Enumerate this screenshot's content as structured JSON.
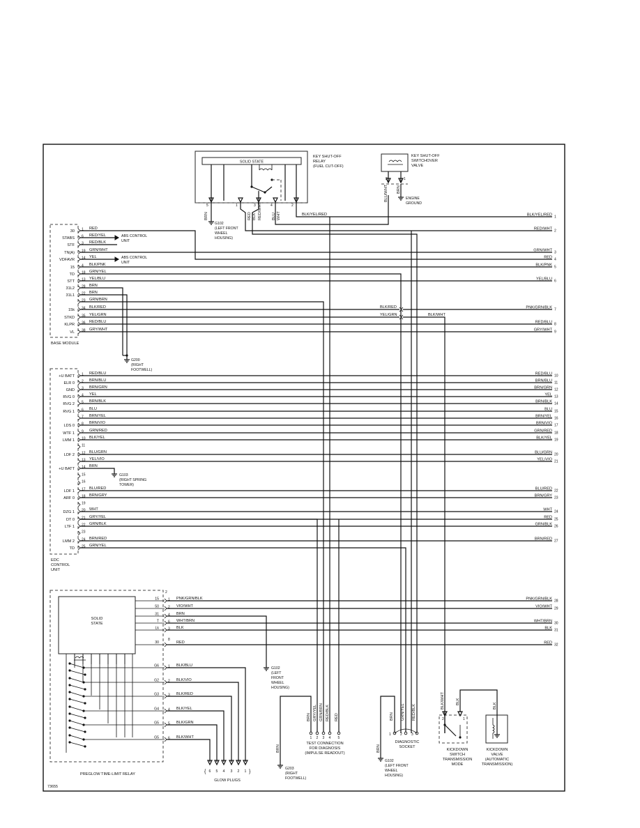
{
  "diagram_id": "73655",
  "relay": {
    "solid_state": "SOLID STATE",
    "label": [
      "KEY SHUT-OFF",
      "RELAY",
      "(FUEL CUT-OFF)"
    ],
    "pins": [
      "5",
      "1",
      "3",
      "4",
      "2"
    ],
    "wires": [
      "BRN",
      "RED",
      "BLK",
      "RED",
      "WHT",
      "BLU",
      "WHT"
    ]
  },
  "valve": {
    "label": [
      "KEY SHUT-OFF",
      "SWITCHOVER",
      "VALVE"
    ],
    "pins": [
      "2",
      "1"
    ],
    "wires": [
      "BLU/WHT",
      "BRN"
    ],
    "ground": [
      "ENGINE",
      "GROUND"
    ]
  },
  "ground_top": [
    "G102",
    "(LEFT FRONT",
    "WHEEL",
    "HOUSING)"
  ],
  "base_module": {
    "name": "BASE MODULE",
    "rows": [
      {
        "label": "30",
        "pin": "1",
        "wire": "RED"
      },
      {
        "label": "STABS",
        "pin": "6",
        "wire": "RED/YEL"
      },
      {
        "label": "STF",
        "pin": "3",
        "wire": "RED/BLK"
      },
      {
        "label": "TN(A)",
        "pin": "19",
        "wire": "GRN/WHT"
      },
      {
        "label": "VDFAVR",
        "pin": "14",
        "wire": "YEL"
      },
      {
        "label": "15",
        "pin": "4",
        "wire": "BLK/PNK"
      },
      {
        "label": "TD",
        "pin": "18",
        "wire": "GRN/YEL"
      },
      {
        "label": "STT",
        "pin": "13",
        "wire": "YEL/BLU"
      },
      {
        "label": "31L2",
        "pin": "28",
        "wire": "BRN"
      },
      {
        "label": "31L1",
        "pin": "22",
        "wire": "BRN"
      },
      {
        "label": "",
        "pin": "23",
        "wire": "GRN/BRN"
      },
      {
        "label": "15k",
        "pin": "34",
        "wire": "BLK/RED"
      },
      {
        "label": "STKD",
        "pin": "35",
        "wire": "YEL/GRN"
      },
      {
        "label": "KLPR",
        "pin": "36",
        "wire": "RED/BLU"
      },
      {
        "label": "VL",
        "pin": "38",
        "wire": "GRY/WHT"
      }
    ],
    "abs": [
      "ABS CONTROL",
      "UNIT"
    ],
    "ground": [
      "G200",
      "(RIGHT",
      "FOOTWELL)"
    ]
  },
  "edc": {
    "name": [
      "EDC",
      "CONTROL",
      "UNIT"
    ],
    "rows": [
      {
        "label": "+U BATT",
        "pin": "1",
        "wire": "RED/BLU"
      },
      {
        "label": "ELR 0",
        "pin": "2",
        "wire": "BRN/BLU"
      },
      {
        "label": "GND",
        "pin": "3",
        "wire": "BRN/GRN"
      },
      {
        "label": "RVG 0",
        "pin": "4",
        "wire": "YEL"
      },
      {
        "label": "RVG 2",
        "pin": "5",
        "wire": "BRN/BLK"
      },
      {
        "label": "RVG 1",
        "pin": "6",
        "wire": "BLU"
      },
      {
        "label": "",
        "pin": "7",
        "wire": "BRN/YEL"
      },
      {
        "label": "LDS 0",
        "pin": "8",
        "wire": "BRN/VIO"
      },
      {
        "label": "WTF 1",
        "pin": "9",
        "wire": "GRN/RED"
      },
      {
        "label": "LMM 1",
        "pin": "10",
        "wire": "BLK/YEL"
      },
      {
        "label": "",
        "pin": "11",
        "wire": ""
      },
      {
        "label": "LDF 2",
        "pin": "12",
        "wire": "BLU/GRN"
      },
      {
        "label": "",
        "pin": "13",
        "wire": "YEL/VIO"
      },
      {
        "label": "+U BATT",
        "pin": "14",
        "wire": "BRN"
      },
      {
        "label": "",
        "pin": "15",
        "wire": ""
      },
      {
        "label": "",
        "pin": "16",
        "wire": ""
      },
      {
        "label": "LDF 1",
        "pin": "17",
        "wire": "BLU/RED"
      },
      {
        "label": "ARF 0",
        "pin": "18",
        "wire": "BRN/GRY"
      },
      {
        "label": "",
        "pin": "19",
        "wire": ""
      },
      {
        "label": "DZG 1",
        "pin": "20",
        "wire": "WHT"
      },
      {
        "label": "DT 0",
        "pin": "21",
        "wire": "GRY/YEL"
      },
      {
        "label": "LTF 1",
        "pin": "22",
        "wire": "GRN/BLK"
      },
      {
        "label": "",
        "pin": "23",
        "wire": ""
      },
      {
        "label": "LMM 2",
        "pin": "24",
        "wire": "BRN/RED"
      },
      {
        "label": "TD",
        "pin": "25",
        "wire": "GRN/YEL"
      }
    ],
    "ground": [
      "G103",
      "(RIGHT SPRING",
      "TOWER)"
    ]
  },
  "right_wires": [
    {
      "wire": "BLK/YEL/RED",
      "num": "1"
    },
    {
      "wire": "RED/WHT",
      "num": "2"
    },
    {
      "wire": "GRN/WHT",
      "num": "3"
    },
    {
      "wire": "RED",
      "num": "4"
    },
    {
      "wire": "BLK/PNK",
      "num": "5"
    },
    {
      "wire": "YEL/BLU",
      "num": "6"
    },
    {
      "wire": "PNK/GRN/BLK",
      "num": "7"
    },
    {
      "wire": "RED/BLU",
      "num": "8"
    },
    {
      "wire": "GRY/WHT",
      "num": "9"
    },
    {
      "wire": "RED/BLU",
      "num": "10"
    },
    {
      "wire": "BRN/BLU",
      "num": "11"
    },
    {
      "wire": "BRN/GRN",
      "num": "12"
    },
    {
      "wire": "YEL",
      "num": "13"
    },
    {
      "wire": "BRN/BLK",
      "num": "14"
    },
    {
      "wire": "BLU",
      "num": "15"
    },
    {
      "wire": "BRN/YEL",
      "num": "16"
    },
    {
      "wire": "BRN/VIO",
      "num": "17"
    },
    {
      "wire": "GRN/RED",
      "num": "18"
    },
    {
      "wire": "BLK/YEL",
      "num": "19"
    },
    {
      "wire": "BLU/GRN",
      "num": "20"
    },
    {
      "wire": "YEL/VIO",
      "num": "21"
    },
    {
      "wire": "BLU/RED",
      "num": "22"
    },
    {
      "wire": "BRN/GRY",
      "num": "23"
    },
    {
      "wire": "WHT",
      "num": "24"
    },
    {
      "wire": "RED",
      "num": "25"
    },
    {
      "wire": "GRN/BLK",
      "num": "26"
    },
    {
      "wire": "BRN/RED",
      "num": "27"
    },
    {
      "wire": "PNK/GRN/BLK",
      "num": "28"
    },
    {
      "wire": "VIO/WHT",
      "num": "29"
    },
    {
      "wire": "WHT/BRN",
      "num": "30"
    },
    {
      "wire": "BLK",
      "num": "31"
    },
    {
      "wire": "RED",
      "num": "32"
    }
  ],
  "mid_labels": {
    "blk_red": "BLK/RED",
    "yel_grn": "YEL/GRN",
    "blk_wht": "BLK/WHT"
  },
  "relay_bottom": {
    "solid_state": [
      "SOLID",
      "STATE"
    ],
    "name": "PREGLOW TIME-LIMIT RELAY",
    "upper": [
      {
        "label": "15",
        "pin": "1",
        "wire": "PNK/GRN/BLK"
      },
      {
        "label": "50",
        "pin": "2",
        "wire": "VIO/WHT"
      },
      {
        "label": "31",
        "pin": "4",
        "wire": "BRN"
      },
      {
        "label": "T",
        "pin": "6",
        "wire": "WHT/BRN"
      },
      {
        "label": "Lk",
        "pin": "3",
        "wire": "BLK"
      }
    ],
    "red_row": {
      "label": "30",
      "wire": "RED"
    },
    "glow": [
      {
        "label": "G6",
        "pin": "1",
        "wire": "BLK/BLU"
      },
      {
        "label": "G2",
        "pin": "2",
        "wire": "BLK/VIO"
      },
      {
        "label": "G3",
        "pin": "3",
        "wire": "BLK/RED"
      },
      {
        "label": "G4",
        "pin": "4",
        "wire": "BLK/YEL"
      },
      {
        "label": "G5",
        "pin": "5",
        "wire": "BLK/GRN"
      },
      {
        "label": "G5",
        "pin": "6",
        "wire": "BLK/WHT"
      }
    ],
    "ground": [
      "G102",
      "(LEFT",
      "FRONT",
      "WHEEL",
      "HOUSING)"
    ]
  },
  "glow_plugs": {
    "label": "GLOW PLUGS",
    "numbers": [
      "6",
      "5",
      "4",
      "3",
      "2",
      "1"
    ]
  },
  "test_conn": {
    "label": [
      "TEST CONNECTION",
      "FOR DIAGNOSIS",
      "(IMPULSE READOUT)"
    ],
    "wires": [
      "BRN",
      "GRY/YEL",
      "GRN/BRN",
      "RED/BLK",
      "RED"
    ],
    "pins": [
      "1",
      "2",
      "3",
      "4",
      "5"
    ],
    "ground": [
      "G203",
      "(RIGHT",
      "FOOTWELL)"
    ],
    "gwire": "BRN"
  },
  "diag_socket": {
    "label": [
      "DIAGNOSTIC",
      "SOCKET"
    ],
    "wires": [
      "BRN",
      "GRN/YEL",
      "RED/BLK"
    ],
    "pins": [
      "1",
      "2",
      "3"
    ],
    "ground": [
      "G102",
      "(LEFT FRONT",
      "WHEEL",
      "HOUSING)"
    ],
    "gwire": "BRN"
  },
  "kickdown_switch": {
    "label": [
      "KICKDOWN",
      "SWITCH",
      "TRANSMISSION",
      "MODE"
    ],
    "wires": [
      "BLK/WHT",
      "BLK"
    ],
    "pins": [
      "2",
      "1"
    ]
  },
  "kickdown_valve": {
    "label": [
      "KICKDOWN",
      "VALVE",
      "(AUTOMATIC",
      "TRANSMISSION)"
    ],
    "wire": "BLK"
  }
}
